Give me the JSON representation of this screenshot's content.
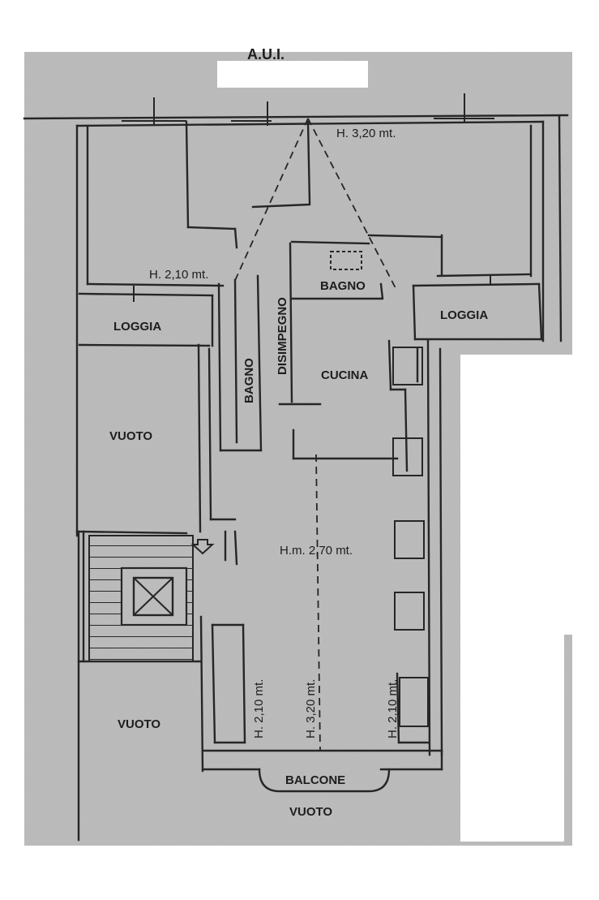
{
  "plan": {
    "top_heading": "A.U.I.",
    "height_labels": {
      "top_right": "H. 3,20 mt.",
      "left_upper": "H. 2,10 mt.",
      "mean_height": "H.m. 2,70 mt.",
      "bottom_left": "H. 2,10 mt.",
      "bottom_center": "H. 3,20 mt.",
      "bottom_right": "H. 2,10 mt."
    },
    "rooms": {
      "loggia_left": "LOGGIA",
      "loggia_right": "LOGGIA",
      "bagno_upper": "BAGNO",
      "bagno_left": "BAGNO",
      "disimpegno": "DISIMPEGNO",
      "cucina": "CUCINA",
      "vuoto_left": "VUOTO",
      "vuoto_lower": "VUOTO",
      "balcone": "BALCONE",
      "vuoto_bottom": "VUOTO"
    },
    "colors": {
      "paper": "#b9b9b9",
      "line": "#262626",
      "redaction": "#ffffff"
    }
  }
}
